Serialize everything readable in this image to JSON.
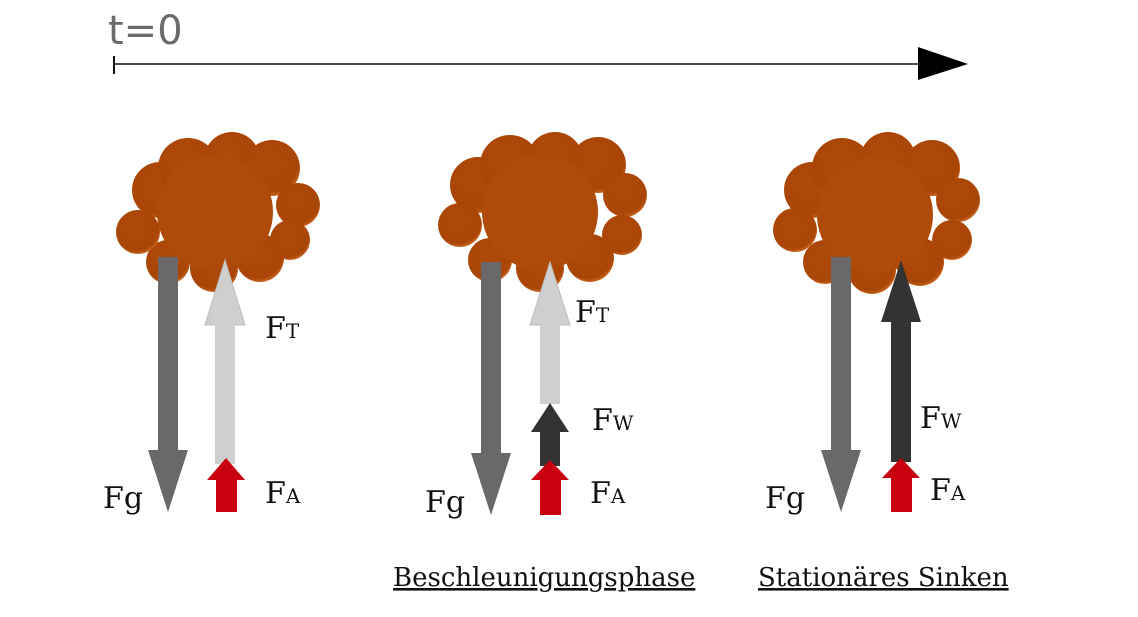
{
  "timeline": {
    "label": "t=0"
  },
  "colors": {
    "cloud": "#b04a08",
    "cloud_edge": "#d9742c",
    "gravity": "#696969",
    "buoyancy_drag": "#cfcfcf",
    "resistance": "#333333",
    "archimedes": "#c90010"
  },
  "panels": [
    {
      "caption": "",
      "forces": {
        "gravity": {
          "main": "F",
          "sub": "g",
          "same_size": true
        },
        "upthrust": {
          "main": "F",
          "sub": "T"
        },
        "resistance": null,
        "buoyancy": {
          "main": "F",
          "sub": "A"
        }
      }
    },
    {
      "caption": "Beschleunigungsphase",
      "forces": {
        "gravity": {
          "main": "F",
          "sub": "g",
          "same_size": true
        },
        "upthrust": {
          "main": "F",
          "sub": "T"
        },
        "resistance": {
          "main": "F",
          "sub": "W"
        },
        "buoyancy": {
          "main": "F",
          "sub": "A"
        }
      }
    },
    {
      "caption": "Stationäres Sinken",
      "forces": {
        "gravity": {
          "main": "F",
          "sub": "g",
          "same_size": true
        },
        "upthrust": null,
        "resistance": {
          "main": "F",
          "sub": "W"
        },
        "buoyancy": {
          "main": "F",
          "sub": "A"
        }
      }
    }
  ]
}
